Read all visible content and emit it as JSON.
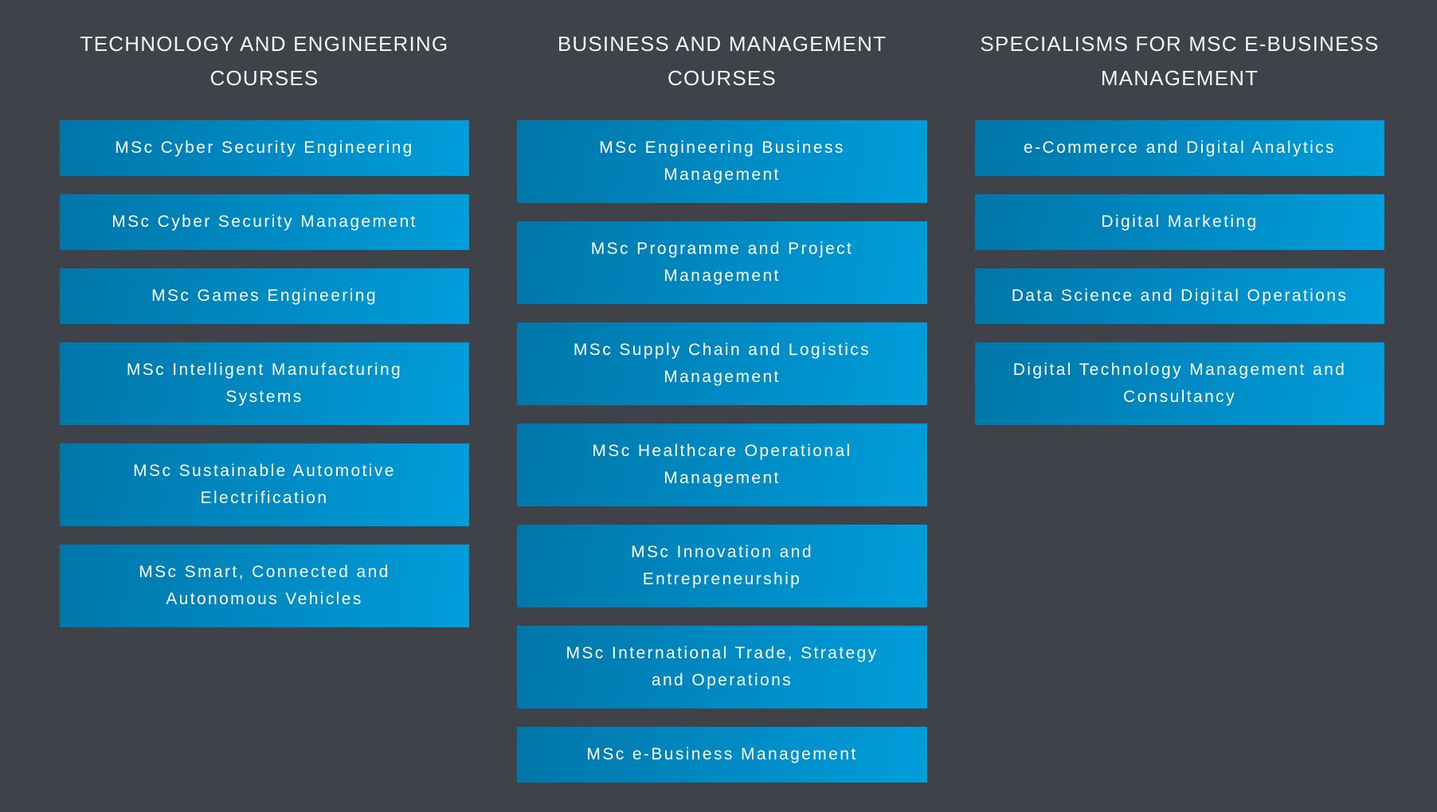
{
  "columns": [
    {
      "heading": "Technology and Engineering Courses",
      "items": [
        "MSc Cyber Security Engineering",
        "MSc Cyber Security Management",
        "MSc Games Engineering",
        "MSc Intelligent Manufacturing Systems",
        "MSc Sustainable Automotive Electrification",
        "MSc Smart, Connected and Autonomous Vehicles"
      ]
    },
    {
      "heading": "Business and Management Courses",
      "items": [
        "MSc Engineering Business Management",
        "MSc Programme and Project Management",
        "MSc Supply Chain and Logistics Management",
        "MSc Healthcare Operational Management",
        "MSc Innovation and Entrepreneurship",
        "MSc International Trade, Strategy and Operations",
        "MSc e-Business Management"
      ]
    },
    {
      "heading": "Specialisms for MSc e-Business Management",
      "items": [
        "e-Commerce and Digital Analytics",
        "Digital Marketing",
        "Data Science and Digital Operations",
        "Digital Technology Management and Consultancy"
      ]
    }
  ]
}
